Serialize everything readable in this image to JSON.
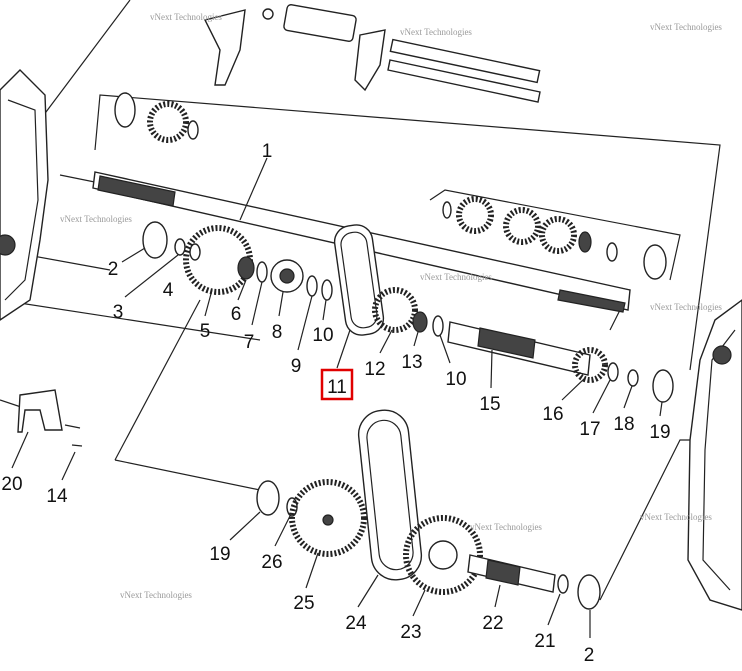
{
  "diagram": {
    "watermark": "vNext Technologies",
    "highlight_color": "#e00000",
    "highlighted_label": "11",
    "labels": {
      "l1": "1",
      "l2": "2",
      "l3": "3",
      "l4": "4",
      "l5": "5",
      "l6": "6",
      "l7": "7",
      "l8": "8",
      "l9": "9",
      "l10a": "10",
      "l11": "11",
      "l12": "12",
      "l13": "13",
      "l10b": "10",
      "l15": "15",
      "l16": "16",
      "l17": "17",
      "l18": "18",
      "l19a": "19",
      "l20": "20",
      "l14": "14",
      "l19b": "19",
      "l26": "26",
      "l25": "25",
      "l24": "24",
      "l23": "23",
      "l22": "22",
      "l21": "21",
      "l2b": "2"
    }
  }
}
